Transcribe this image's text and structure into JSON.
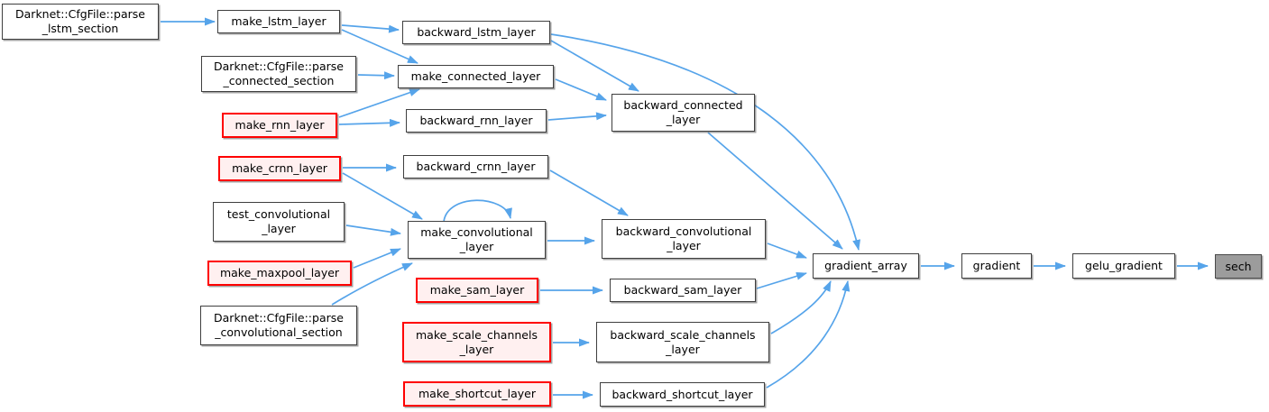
{
  "diagram": {
    "kind": "doxygen-call-graph",
    "edge_color": "#56a4ea",
    "node_styles": {
      "default": {
        "fill": "#ffffff",
        "border": "#3f3f3f"
      },
      "truncated": {
        "fill": "#fff0f0",
        "border": "#ff0000"
      },
      "current": {
        "fill": "#9c9c9c",
        "border": "#4a4a4a"
      }
    },
    "nodes": {
      "parse_lstm_section": {
        "label": "Darknet::CfgFile::parse\n_lstm_section",
        "style": "default"
      },
      "make_lstm_layer": {
        "label": "make_lstm_layer",
        "style": "default"
      },
      "backward_lstm_layer": {
        "label": "backward_lstm_layer",
        "style": "default"
      },
      "parse_connected_section": {
        "label": "Darknet::CfgFile::parse\n_connected_section",
        "style": "default"
      },
      "make_connected_layer": {
        "label": "make_connected_layer",
        "style": "default"
      },
      "make_rnn_layer": {
        "label": "make_rnn_layer",
        "style": "truncated"
      },
      "backward_rnn_layer": {
        "label": "backward_rnn_layer",
        "style": "default"
      },
      "backward_connected_layer": {
        "label": "backward_connected\n_layer",
        "style": "default"
      },
      "make_crnn_layer": {
        "label": "make_crnn_layer",
        "style": "truncated"
      },
      "backward_crnn_layer": {
        "label": "backward_crnn_layer",
        "style": "default"
      },
      "test_convolutional_layer": {
        "label": "test_convolutional\n_layer",
        "style": "default"
      },
      "make_convolutional_layer": {
        "label": "make_convolutional\n_layer",
        "style": "default"
      },
      "make_maxpool_layer": {
        "label": "make_maxpool_layer",
        "style": "truncated"
      },
      "backward_convolutional_layer": {
        "label": "backward_convolutional\n_layer",
        "style": "default"
      },
      "make_sam_layer": {
        "label": "make_sam_layer",
        "style": "truncated"
      },
      "backward_sam_layer": {
        "label": "backward_sam_layer",
        "style": "default"
      },
      "parse_convolutional_section": {
        "label": "Darknet::CfgFile::parse\n_convolutional_section",
        "style": "default"
      },
      "make_scale_channels_layer": {
        "label": "make_scale_channels\n_layer",
        "style": "truncated"
      },
      "backward_scale_channels_layer": {
        "label": "backward_scale_channels\n_layer",
        "style": "default"
      },
      "make_shortcut_layer": {
        "label": "make_shortcut_layer",
        "style": "truncated"
      },
      "backward_shortcut_layer": {
        "label": "backward_shortcut_layer",
        "style": "default"
      },
      "gradient_array": {
        "label": "gradient_array",
        "style": "default"
      },
      "gradient": {
        "label": "gradient",
        "style": "default"
      },
      "gelu_gradient": {
        "label": "gelu_gradient",
        "style": "current_target_chain"
      },
      "sech": {
        "label": "sech",
        "style": "current"
      }
    },
    "edges": [
      {
        "from": "parse_lstm_section",
        "to": "make_lstm_layer"
      },
      {
        "from": "make_lstm_layer",
        "to": "backward_lstm_layer"
      },
      {
        "from": "make_lstm_layer",
        "to": "make_connected_layer"
      },
      {
        "from": "parse_connected_section",
        "to": "make_connected_layer"
      },
      {
        "from": "make_rnn_layer",
        "to": "make_connected_layer"
      },
      {
        "from": "make_rnn_layer",
        "to": "backward_rnn_layer"
      },
      {
        "from": "backward_lstm_layer",
        "to": "backward_connected_layer"
      },
      {
        "from": "backward_lstm_layer",
        "to": "gradient_array"
      },
      {
        "from": "make_connected_layer",
        "to": "backward_connected_layer"
      },
      {
        "from": "backward_rnn_layer",
        "to": "backward_connected_layer"
      },
      {
        "from": "backward_connected_layer",
        "to": "gradient_array"
      },
      {
        "from": "make_crnn_layer",
        "to": "backward_crnn_layer"
      },
      {
        "from": "make_crnn_layer",
        "to": "make_convolutional_layer"
      },
      {
        "from": "backward_crnn_layer",
        "to": "backward_convolutional_layer"
      },
      {
        "from": "test_convolutional_layer",
        "to": "make_convolutional_layer"
      },
      {
        "from": "make_convolutional_layer",
        "to": "make_convolutional_layer"
      },
      {
        "from": "make_convolutional_layer",
        "to": "backward_convolutional_layer"
      },
      {
        "from": "make_maxpool_layer",
        "to": "make_convolutional_layer"
      },
      {
        "from": "parse_convolutional_section",
        "to": "make_convolutional_layer"
      },
      {
        "from": "backward_convolutional_layer",
        "to": "gradient_array"
      },
      {
        "from": "make_sam_layer",
        "to": "backward_sam_layer"
      },
      {
        "from": "backward_sam_layer",
        "to": "gradient_array"
      },
      {
        "from": "make_scale_channels_layer",
        "to": "backward_scale_channels_layer"
      },
      {
        "from": "backward_scale_channels_layer",
        "to": "gradient_array"
      },
      {
        "from": "make_shortcut_layer",
        "to": "backward_shortcut_layer"
      },
      {
        "from": "backward_shortcut_layer",
        "to": "gradient_array"
      },
      {
        "from": "gradient_array",
        "to": "gradient"
      },
      {
        "from": "gradient",
        "to": "gelu_gradient"
      },
      {
        "from": "gelu_gradient",
        "to": "sech"
      }
    ]
  }
}
